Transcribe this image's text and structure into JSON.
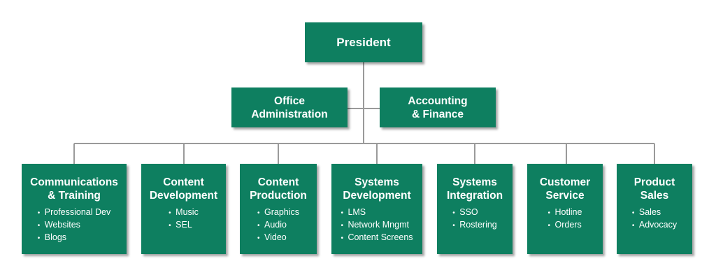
{
  "nodes": {
    "president": "President",
    "office": [
      "Office",
      "Administration"
    ],
    "accounting": [
      "Accounting",
      "& Finance"
    ],
    "departments": [
      {
        "title": [
          "Communications",
          "& Training"
        ],
        "items": [
          "Professional Dev",
          "Websites",
          "Blogs"
        ]
      },
      {
        "title": [
          "Content",
          "Development"
        ],
        "items": [
          "Music",
          "SEL"
        ]
      },
      {
        "title": [
          "Content",
          "Production"
        ],
        "items": [
          "Graphics",
          "Audio",
          "Video"
        ]
      },
      {
        "title": [
          "Systems",
          "Development"
        ],
        "items": [
          "LMS",
          "Network Mngmt",
          "Content Screens"
        ]
      },
      {
        "title": [
          "Systems",
          "Integration"
        ],
        "items": [
          "SSO",
          "Rostering"
        ]
      },
      {
        "title": [
          "Customer",
          "Service"
        ],
        "items": [
          "Hotline",
          "Orders"
        ]
      },
      {
        "title": [
          "Product",
          "Sales"
        ],
        "items": [
          "Sales",
          "Advocacy"
        ]
      }
    ]
  },
  "colors": {
    "box": "#0e7f60",
    "connector": "#9a9a9a"
  }
}
